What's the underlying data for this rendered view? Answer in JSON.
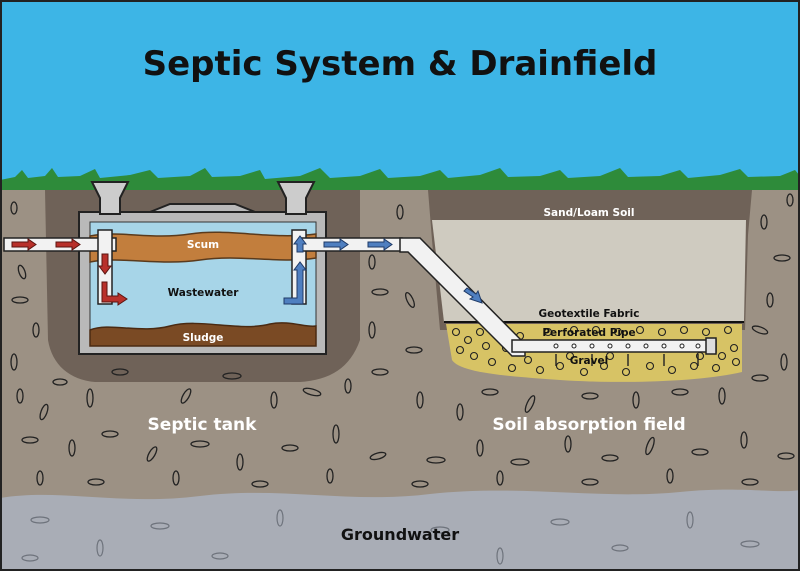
{
  "title": "Septic System & Drainfield",
  "labels": {
    "septic_tank": "Septic tank",
    "soil_absorption_field": "Soil absorption field",
    "groundwater": "Groundwater",
    "scum": "Scum",
    "wastewater": "Wastewater",
    "sludge": "Sludge",
    "sand_loam_soil": "Sand/Loam Soil",
    "geotextile_fabric": "Geotextile Fabric",
    "perforated_pipe": "Perforated Pipe",
    "gravel": "Gravel"
  },
  "colors": {
    "sky": "#3db5e6",
    "grass": "#2e8b3a",
    "soil": "#9c9184",
    "dark_soil": "#6f6258",
    "groundwater": "#a9adb6",
    "sand_loam": "#cfcbc0",
    "gravel": "#d7c365",
    "tank_wall": "#b9b9b9",
    "wastewater": "#a7d5e8",
    "scum": "#c27e3d",
    "sludge": "#7a4a24",
    "inflow_arrow": "#b8302a",
    "outflow_arrow": "#4f7fc0"
  }
}
